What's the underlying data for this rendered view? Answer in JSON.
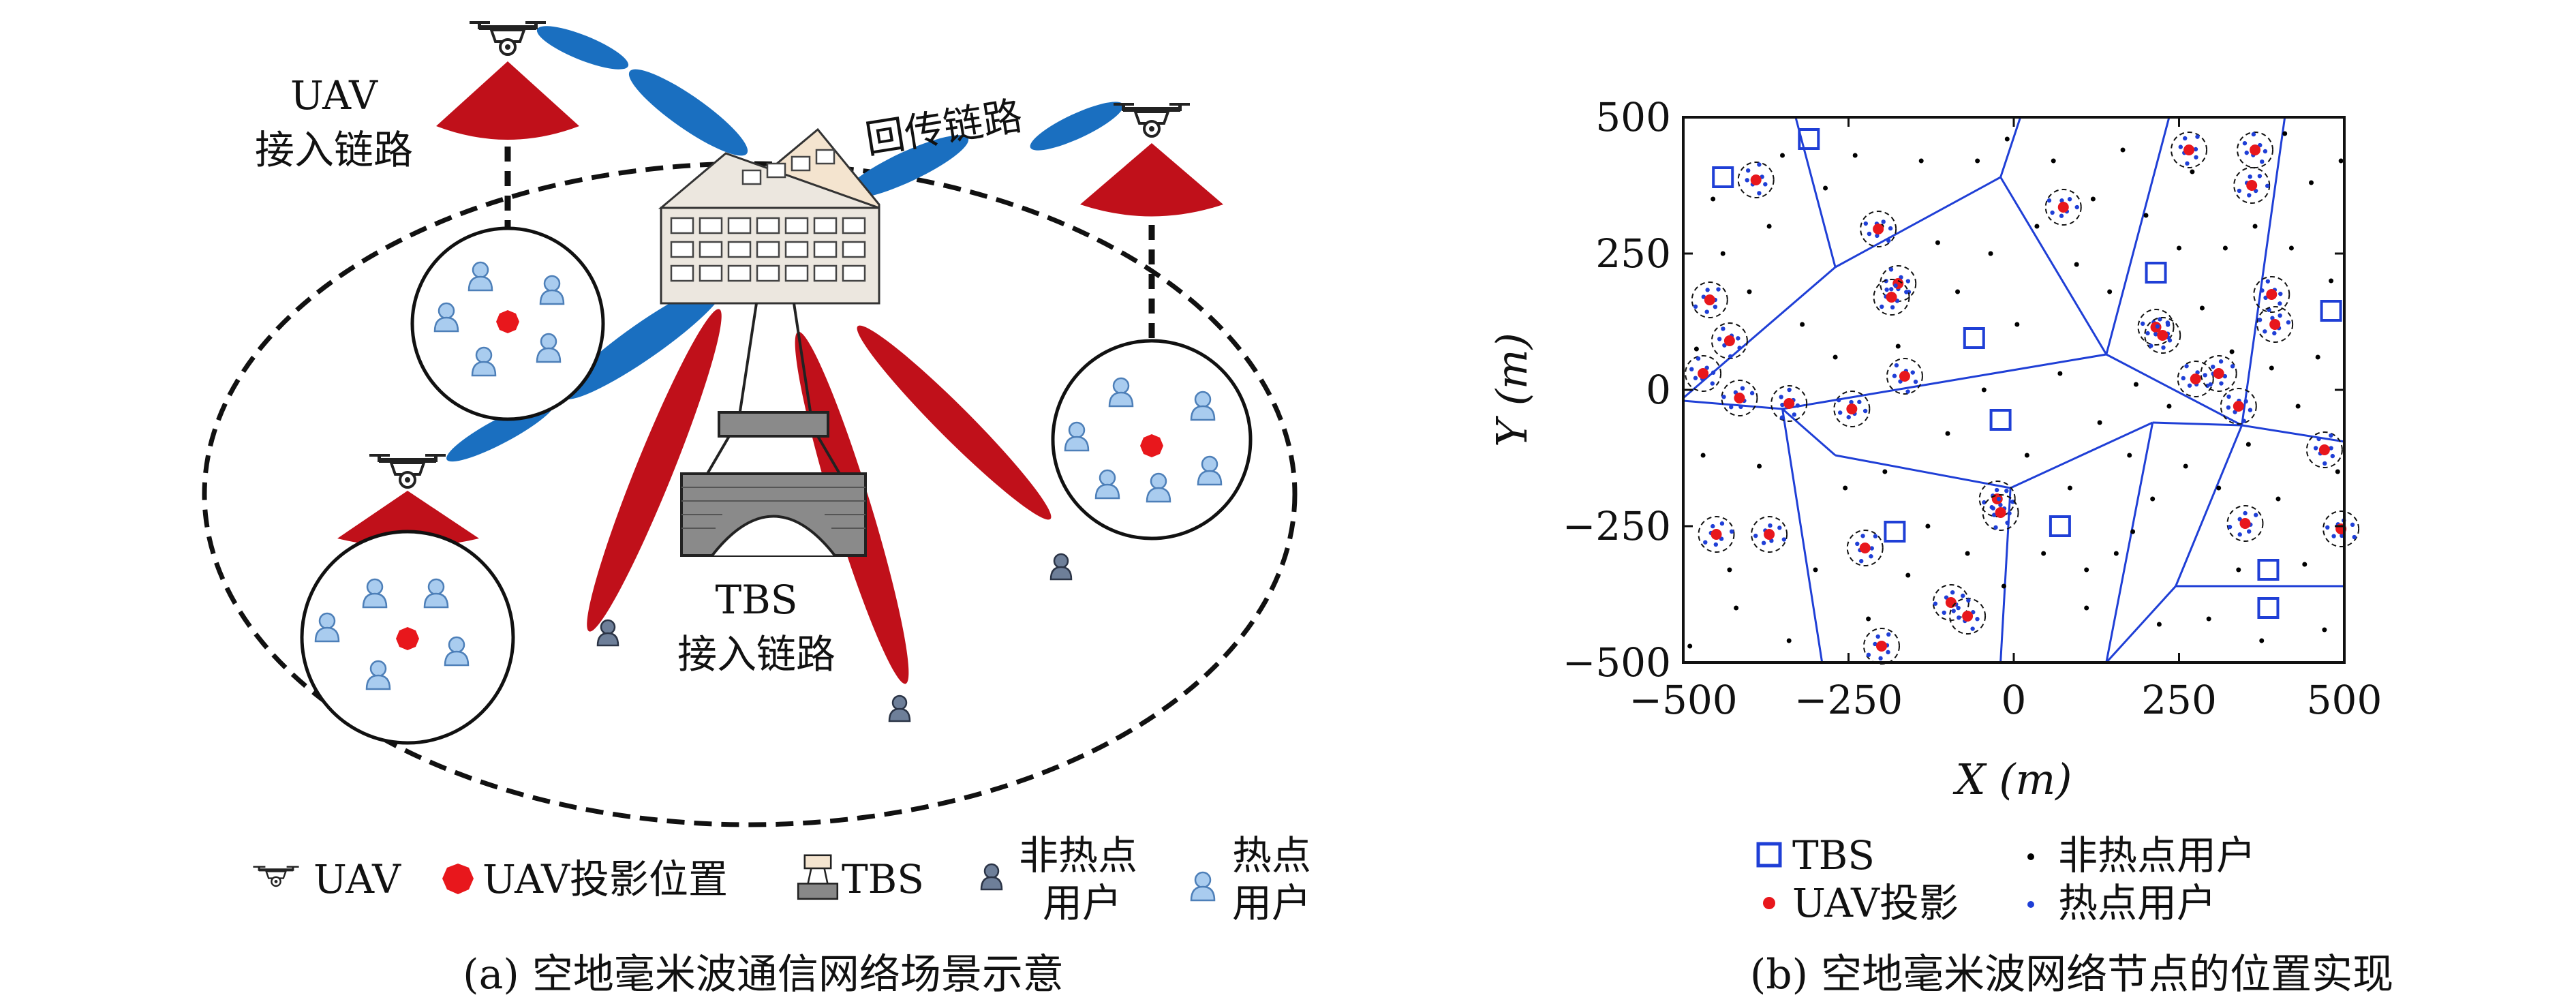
{
  "left_panel": {
    "labels": {
      "uav_access": [
        "UAV",
        "接入链路"
      ],
      "backhaul": "回传链路",
      "tbs_access": [
        "TBS",
        "接入链路"
      ]
    },
    "legend": {
      "uav": "UAV",
      "uav_projection": "UAV投影位置",
      "tbs": "TBS",
      "non_hotspot": [
        "非热点",
        "用户"
      ],
      "hotspot": [
        "热点",
        "用户"
      ]
    },
    "caption": "(a) 空地毫米波通信网络场景示意",
    "colors": {
      "uav_beam": "#c80f14",
      "backhaul_beam": "#1a6fc0",
      "user_icon": "#9cc3ec",
      "non_hotspot_user": "#5a6a82",
      "projection": "#e8171c"
    }
  },
  "chart_data": {
    "type": "scatter",
    "title": "",
    "xlabel": "X (m)",
    "ylabel": "Y (m)",
    "xlim": [
      -500,
      500
    ],
    "ylim": [
      -500,
      500
    ],
    "xticks": [
      "−500",
      "−250",
      "0",
      "250",
      "500"
    ],
    "yticks": [
      "500",
      "250",
      "0",
      "−250",
      "−500"
    ],
    "legend": {
      "tbs": "TBS",
      "uav_projection": "UAV投影",
      "non_hotspot": "非热点用户",
      "hotspot": "热点用户"
    },
    "colors": {
      "tbs": "#1f3fd6",
      "uav_projection": "#e8171c",
      "non_hotspot": "#000000",
      "hotspot": "#1f3fd6",
      "voronoi": "#1f3fd6"
    },
    "series": {
      "tbs": [
        [
          -440,
          390
        ],
        [
          -310,
          460
        ],
        [
          -180,
          -260
        ],
        [
          -60,
          95
        ],
        [
          -20,
          -55
        ],
        [
          70,
          -250
        ],
        [
          215,
          215
        ],
        [
          385,
          -330
        ],
        [
          385,
          -400
        ],
        [
          480,
          145
        ]
      ],
      "uav_projection": [
        [
          -460,
          165
        ],
        [
          -470,
          30
        ],
        [
          -450,
          -265
        ],
        [
          -430,
          90
        ],
        [
          -415,
          -15
        ],
        [
          -390,
          385
        ],
        [
          -370,
          -265
        ],
        [
          -340,
          -25
        ],
        [
          -245,
          -35
        ],
        [
          -225,
          -290
        ],
        [
          -205,
          295
        ],
        [
          -200,
          -470
        ],
        [
          -175,
          195
        ],
        [
          -185,
          170
        ],
        [
          -165,
          25
        ],
        [
          -95,
          -390
        ],
        [
          -70,
          -415
        ],
        [
          -25,
          -200
        ],
        [
          -20,
          -225
        ],
        [
          75,
          335
        ],
        [
          265,
          440
        ],
        [
          215,
          115
        ],
        [
          225,
          100
        ],
        [
          275,
          20
        ],
        [
          310,
          30
        ],
        [
          340,
          -30
        ],
        [
          350,
          -245
        ],
        [
          365,
          440
        ],
        [
          360,
          375
        ],
        [
          390,
          175
        ],
        [
          395,
          120
        ],
        [
          470,
          -110
        ],
        [
          495,
          -255
        ]
      ],
      "voronoi_edges": [
        [
          [
            -330,
            500
          ],
          [
            -270,
            225
          ]
        ],
        [
          [
            -270,
            225
          ],
          [
            -20,
            390
          ]
        ],
        [
          [
            -20,
            390
          ],
          [
            10,
            500
          ]
        ],
        [
          [
            -270,
            225
          ],
          [
            -500,
            -15
          ]
        ],
        [
          [
            -20,
            390
          ],
          [
            140,
            65
          ]
        ],
        [
          [
            140,
            65
          ],
          [
            -350,
            -35
          ]
        ],
        [
          [
            -350,
            -35
          ],
          [
            -500,
            -20
          ]
        ],
        [
          [
            -350,
            -35
          ],
          [
            -290,
            -500
          ]
        ],
        [
          [
            140,
            65
          ],
          [
            345,
            -65
          ]
        ],
        [
          [
            345,
            -65
          ],
          [
            210,
            -60
          ]
        ],
        [
          [
            210,
            -60
          ],
          [
            -5,
            -180
          ]
        ],
        [
          [
            -5,
            -180
          ],
          [
            -270,
            -120
          ]
        ],
        [
          [
            -270,
            -120
          ],
          [
            -350,
            -35
          ]
        ],
        [
          [
            -5,
            -180
          ],
          [
            -20,
            -500
          ]
        ],
        [
          [
            210,
            -60
          ],
          [
            140,
            -500
          ]
        ],
        [
          [
            345,
            -65
          ],
          [
            500,
            -95
          ]
        ],
        [
          [
            345,
            -65
          ],
          [
            410,
            500
          ]
        ],
        [
          [
            140,
            65
          ],
          [
            235,
            500
          ]
        ],
        [
          [
            345,
            -65
          ],
          [
            245,
            -360
          ]
        ],
        [
          [
            245,
            -360
          ],
          [
            500,
            -360
          ]
        ],
        [
          [
            245,
            -360
          ],
          [
            140,
            -500
          ]
        ]
      ],
      "non_hotspot_users": [
        [
          -480,
          75
        ],
        [
          -470,
          -120
        ],
        [
          -455,
          350
        ],
        [
          -440,
          250
        ],
        [
          -430,
          -330
        ],
        [
          -420,
          -400
        ],
        [
          -400,
          180
        ],
        [
          -385,
          -140
        ],
        [
          -370,
          300
        ],
        [
          -350,
          430
        ],
        [
          -340,
          -460
        ],
        [
          -320,
          120
        ],
        [
          -300,
          -330
        ],
        [
          -285,
          370
        ],
        [
          -270,
          60
        ],
        [
          -255,
          -180
        ],
        [
          -240,
          430
        ],
        [
          -220,
          -420
        ],
        [
          -200,
          300
        ],
        [
          -195,
          -150
        ],
        [
          -175,
          80
        ],
        [
          -160,
          -340
        ],
        [
          -140,
          420
        ],
        [
          -130,
          -250
        ],
        [
          -115,
          270
        ],
        [
          -100,
          -80
        ],
        [
          -85,
          180
        ],
        [
          -70,
          -300
        ],
        [
          -55,
          420
        ],
        [
          -45,
          0
        ],
        [
          -35,
          250
        ],
        [
          -15,
          -360
        ],
        [
          5,
          120
        ],
        [
          20,
          -120
        ],
        [
          35,
          300
        ],
        [
          45,
          -300
        ],
        [
          60,
          420
        ],
        [
          70,
          30
        ],
        [
          85,
          -180
        ],
        [
          95,
          230
        ],
        [
          110,
          -400
        ],
        [
          120,
          350
        ],
        [
          130,
          -60
        ],
        [
          145,
          180
        ],
        [
          155,
          -300
        ],
        [
          165,
          440
        ],
        [
          175,
          -120
        ],
        [
          185,
          10
        ],
        [
          200,
          320
        ],
        [
          210,
          -200
        ],
        [
          220,
          -430
        ],
        [
          235,
          -30
        ],
        [
          250,
          260
        ],
        [
          260,
          -140
        ],
        [
          270,
          400
        ],
        [
          285,
          150
        ],
        [
          295,
          -420
        ],
        [
          310,
          -180
        ],
        [
          320,
          260
        ],
        [
          330,
          70
        ],
        [
          340,
          -330
        ],
        [
          355,
          -100
        ],
        [
          365,
          300
        ],
        [
          375,
          -460
        ],
        [
          390,
          40
        ],
        [
          400,
          -200
        ],
        [
          410,
          470
        ],
        [
          420,
          260
        ],
        [
          430,
          -30
        ],
        [
          440,
          -320
        ],
        [
          450,
          380
        ],
        [
          460,
          60
        ],
        [
          470,
          -440
        ],
        [
          480,
          200
        ],
        [
          490,
          -150
        ],
        [
          495,
          420
        ],
        [
          -490,
          -470
        ],
        [
          -10,
          460
        ],
        [
          110,
          -330
        ],
        [
          180,
          -260
        ]
      ]
    }
  }
}
